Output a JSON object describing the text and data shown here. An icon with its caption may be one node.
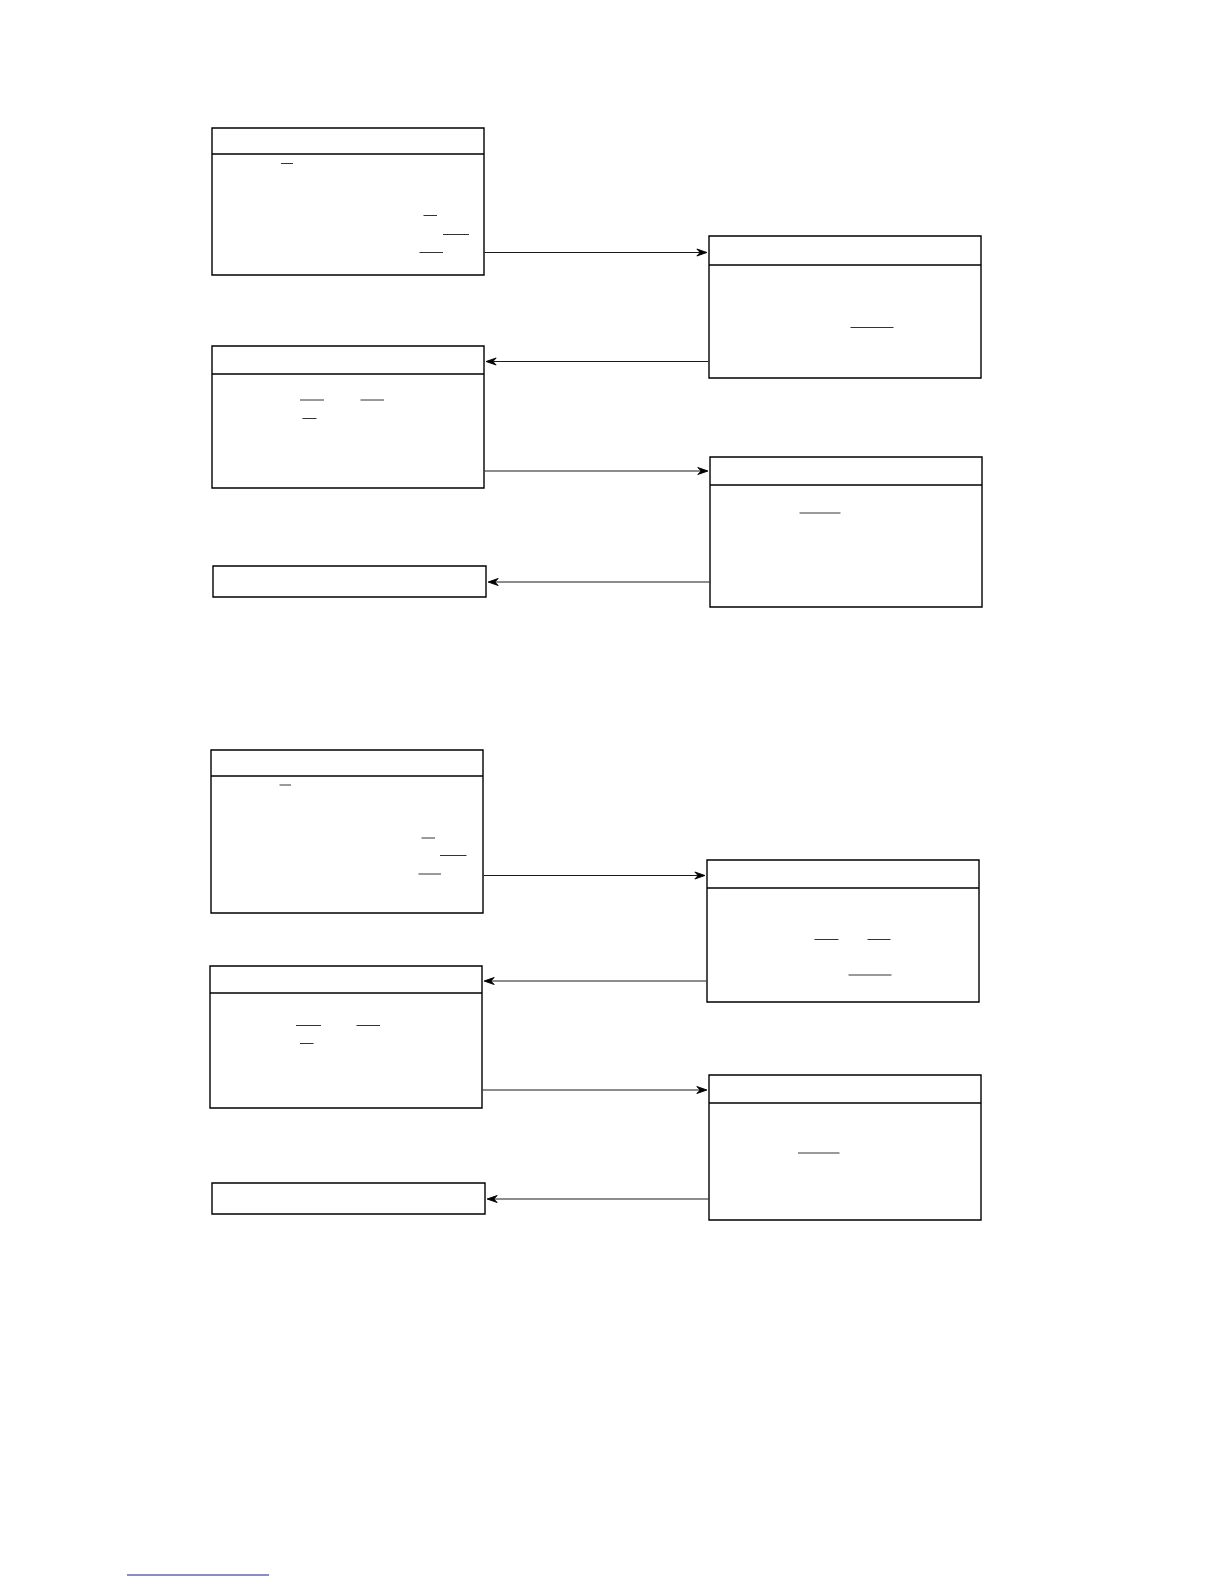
{
  "diagram": {
    "nodes": [
      {
        "text": [],
        "shape": "box"
      },
      {
        "text": [],
        "shape": "box"
      },
      {
        "text": [],
        "shape": "box"
      },
      {
        "text": [],
        "shape": "box"
      },
      {
        "text": [],
        "shape": "box"
      },
      {
        "text": [],
        "shape": "box"
      },
      {
        "text": [],
        "shape": "box"
      },
      {
        "text": [],
        "shape": "box"
      },
      {
        "text": [],
        "shape": "box"
      },
      {
        "text": [],
        "shape": "box"
      }
    ],
    "edges": [
      {
        "from": 0,
        "to": 1,
        "arrow": "to"
      },
      {
        "from": 1,
        "to": 2,
        "arrow": "to"
      },
      {
        "from": 2,
        "to": 3,
        "arrow": "to"
      },
      {
        "from": 3,
        "to": 4,
        "arrow": "to"
      },
      {
        "from": 5,
        "to": 6,
        "arrow": "to"
      },
      {
        "from": 6,
        "to": 7,
        "arrow": "to"
      },
      {
        "from": 7,
        "to": 8,
        "arrow": "to"
      },
      {
        "from": 8,
        "to": 9,
        "arrow": "to"
      }
    ]
  }
}
